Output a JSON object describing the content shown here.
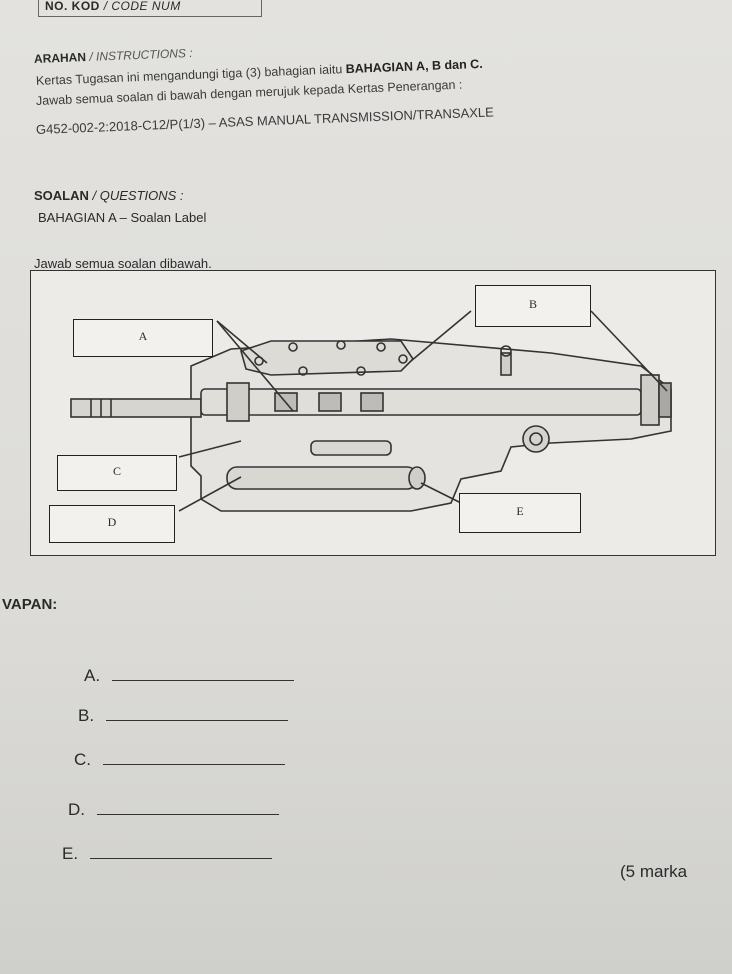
{
  "header": {
    "code_label": "NO. KOD",
    "code_label_en": "/ CODE NUM"
  },
  "instructions": {
    "title": "ARAHAN",
    "title_en": "/ INSTRUCTIONS :",
    "line1_pre": "Kertas Tugasan ini mengandungi tiga (3) bahagian iaitu ",
    "line1_bold": "BAHAGIAN A, B dan C.",
    "line2": "Jawab semua soalan di bawah dengan merujuk kepada Kertas Penerangan :",
    "line3": "G452-002-2:2018-C12/P(1/3) – ASAS MANUAL TRANSMISSION/TRANSAXLE"
  },
  "questions": {
    "title": "SOALAN",
    "title_en": "/ QUESTIONS :",
    "section": "BAHAGIAN A – Soalan Label",
    "prompt": "Jawab semua soalan dibawah."
  },
  "diagram": {
    "labels": [
      "A",
      "B",
      "C",
      "D",
      "E"
    ]
  },
  "answers": {
    "heading": "VAPAN:",
    "items": [
      "A.",
      "B.",
      "C.",
      "D.",
      "E."
    ]
  },
  "marks": "(5 marka"
}
